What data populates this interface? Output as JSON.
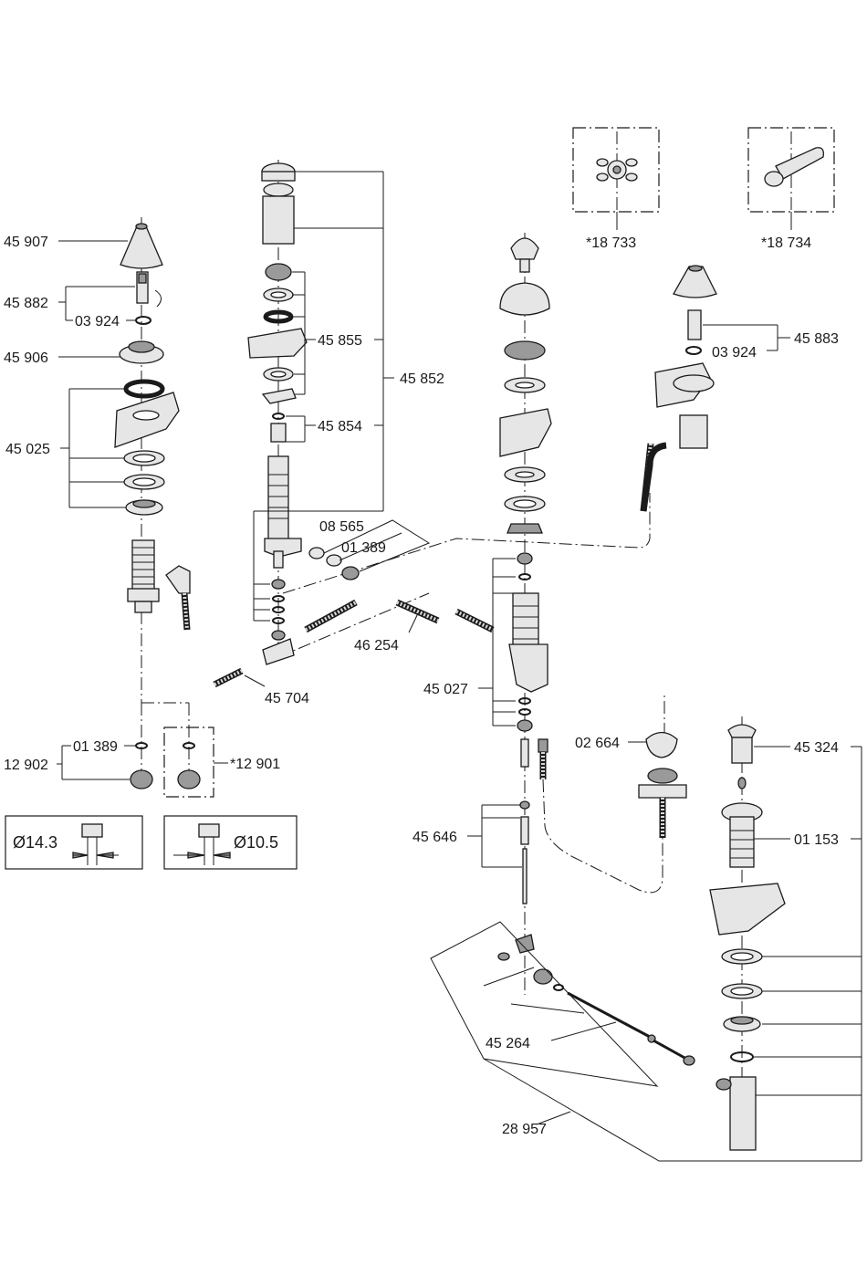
{
  "labels": {
    "p45907": "45 907",
    "p45882": "45 882",
    "p03924_left": "03 924",
    "p45906": "45 906",
    "p45025": "45 025",
    "p45855": "45 855",
    "p45852": "45 852",
    "p45854": "45 854",
    "p08565": "08 565",
    "p01389_mid": "01 389",
    "p46254": "46 254",
    "p45704": "45 704",
    "p45027": "45 027",
    "p18733": "*18 733",
    "p18734": "*18 734",
    "p45883": "45 883",
    "p03924_right": "03 924",
    "p02664": "02 664",
    "p45324": "45 324",
    "p01153": "01 153",
    "p45646": "45 646",
    "p45264": "45 264",
    "p28957": "28 957",
    "p01389_low": "01 389",
    "p12902": "12 902",
    "p12901": "*12 901",
    "dia143": "Ø14.3",
    "dia105": "Ø10.5"
  }
}
